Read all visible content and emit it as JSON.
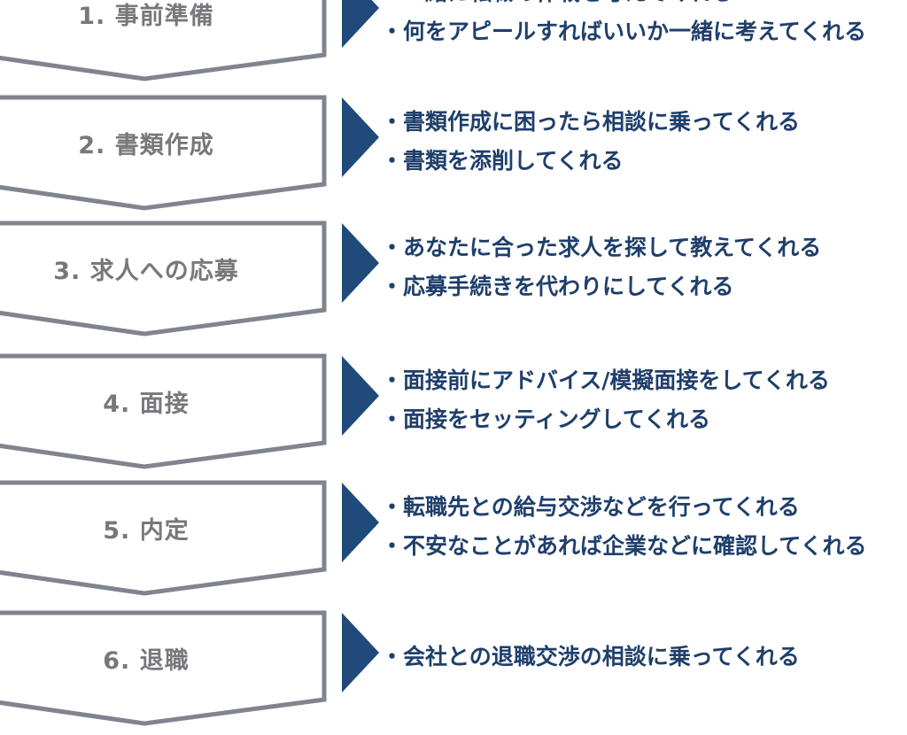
{
  "colors": {
    "box_border": "#80848f",
    "arrow": "#1f4a7a",
    "text": "#1f3f6b",
    "label": "#77787c"
  },
  "steps": [
    {
      "label": "1. 事前準備",
      "items": [
        "・一緒に転職の作戦を考えてくれる",
        "・何をアピールすればいいか一緒に考えてくれる"
      ]
    },
    {
      "label": "2. 書類作成",
      "items": [
        "・書類作成に困ったら相談に乗ってくれる",
        "・書類を添削してくれる"
      ]
    },
    {
      "label": "3. 求人への応募",
      "items": [
        "・あなたに合った求人を探して教えてくれる",
        "・応募手続きを代わりにしてくれる"
      ]
    },
    {
      "label": "4. 面接",
      "items": [
        "・面接前にアドバイス/模擬面接をしてくれる",
        "・面接をセッティングしてくれる"
      ]
    },
    {
      "label": "5. 内定",
      "items": [
        "・転職先との給与交渉などを行ってくれる",
        "・不安なことがあれば企業などに確認してくれる"
      ]
    },
    {
      "label": "6. 退職",
      "items": [
        "・会社との退職交渉の相談に乗ってくれる"
      ]
    }
  ]
}
